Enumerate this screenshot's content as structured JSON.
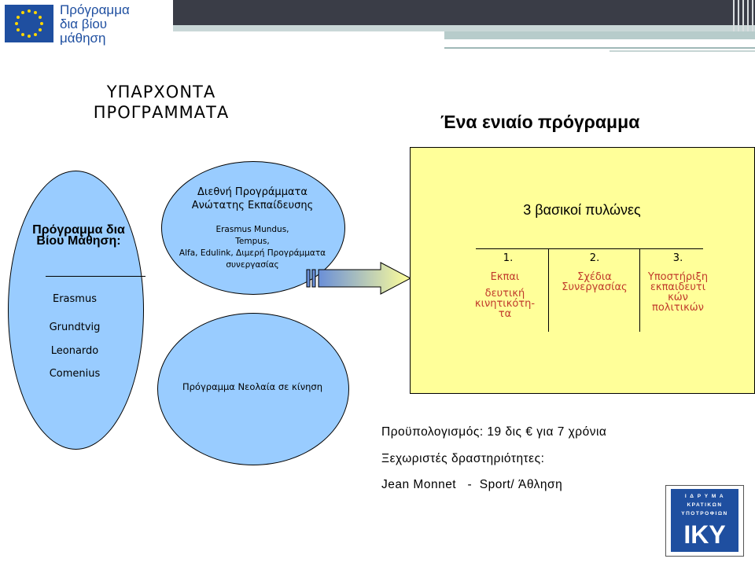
{
  "logo": {
    "eu_text_line1": "Πρόγραμμα",
    "eu_text_line2": "δια βίου",
    "eu_text_line3": "μάθηση"
  },
  "titles": {
    "left_line1": "ΥΠΑΡΧΟΝΤΑ",
    "left_line2": "ΠΡΟΓΡΑΜΜΑΤΑ",
    "right": "Ένα ενιαίο πρόγραμμα"
  },
  "tall_ellipse": {
    "title": "Πρόγραμμα δια Βίου Μάθηση:",
    "items": [
      "Erasmus",
      "Grundtvig",
      "Leonardo",
      "Comenius"
    ]
  },
  "top_ellipse": {
    "title_line1": "Διεθνή Προγράμματα",
    "title_line2": "Ανώτατης Εκπαίδευσης",
    "list_line1": "Erasmus Mundus,",
    "list_line2": "Tempus,",
    "list_line3": "Alfa, Edulink, Διμερή Προγράμματα",
    "list_line4": "συνεργασίας"
  },
  "bottom_ellipse": {
    "text": "Πρόγραμμα Νεολαία σε κίνηση"
  },
  "pillars": {
    "title": "3 βασικοί πυλώνες",
    "columns": [
      {
        "num": "1.",
        "l1": "Εκπαι",
        "l2": "δευτική",
        "l3": "κινητικότη-",
        "l4": "τα"
      },
      {
        "num": "2.",
        "l1": "Σχέδια",
        "l2": "Συνεργασίας",
        "l3": "",
        "l4": ""
      },
      {
        "num": "3.",
        "l1": "Υποστήριξη",
        "l2": "εκπαιδευτι",
        "l3": "κών",
        "l4": "πολιτικών"
      }
    ]
  },
  "info": {
    "budget": "Προϋπολογισμός: 19 δις € για 7 χρόνια",
    "separate": "Ξεχωριστές δραστηριότητες:",
    "activities": "Jean Monnet   -  Sport/ Άθληση"
  },
  "iky_logo": {
    "line1": "Ι Δ Ρ Υ Μ Α",
    "line2": "ΚΡΑΤΙΚΩΝ",
    "line3": "ΥΠΟΤΡΟΦΙΩΝ",
    "big": "ΙΚΥ"
  },
  "colors": {
    "ellipse": "#99ccff",
    "box": "#ffff99",
    "accent_red": "#c0392b",
    "brand_blue": "#1f4fa0"
  }
}
